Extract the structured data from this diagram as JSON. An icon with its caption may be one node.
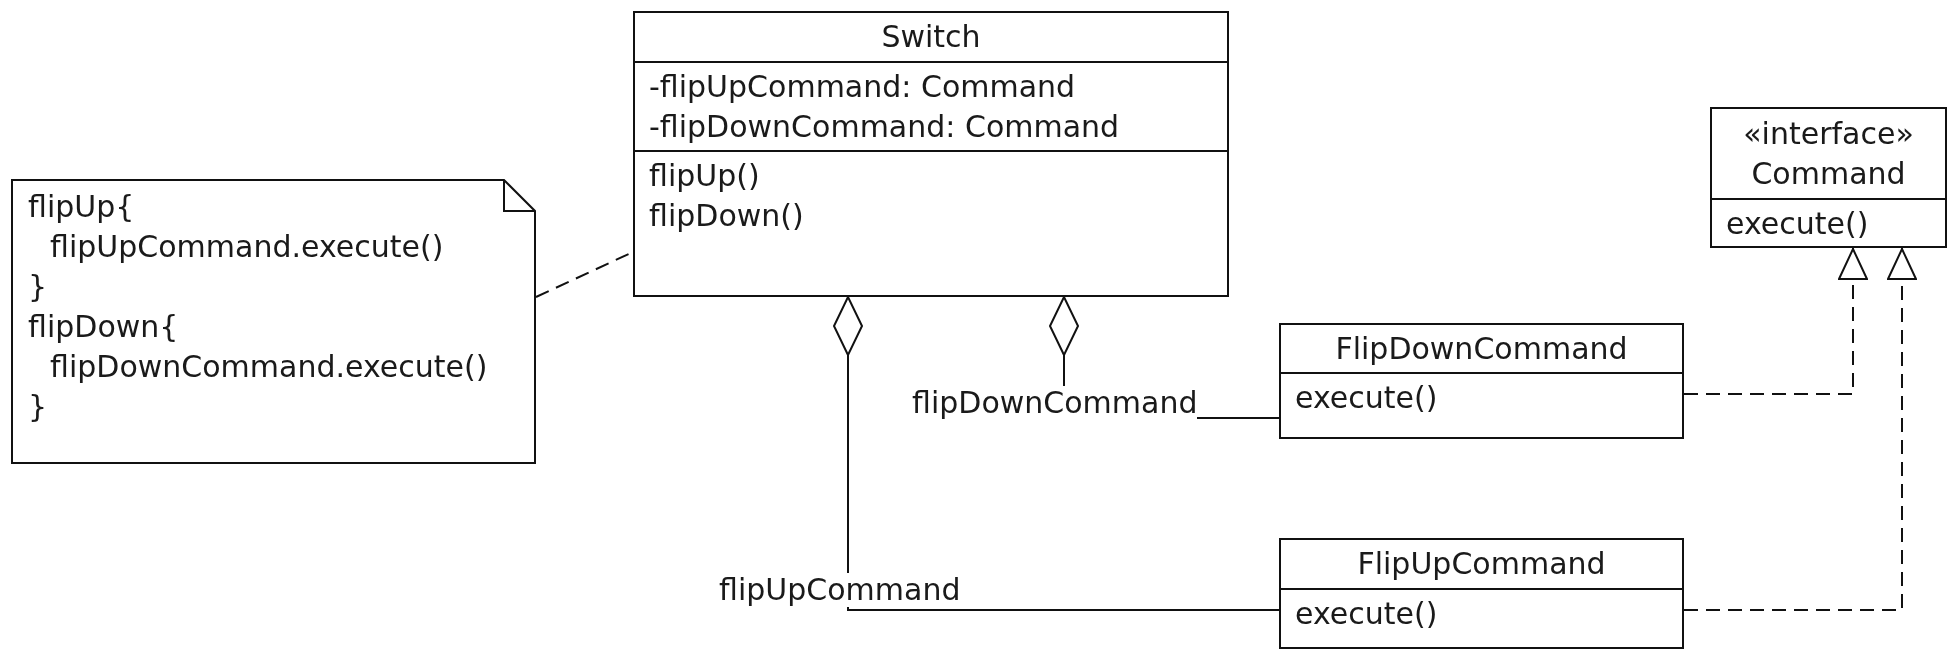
{
  "diagram": {
    "nodes": [
      {
        "text": [
          "Switch",
          "-flipUpCommand: Command",
          "-flipDownCommand: Command",
          "flipUp()",
          "flipDown()"
        ]
      },
      {
        "text": [
          "flipUp{",
          "flipUpCommand.execute()",
          "}",
          "flipDown{",
          "flipDownCommand.execute()",
          "}"
        ]
      },
      {
        "text": [
          "«interface»",
          "Command",
          "execute()"
        ]
      },
      {
        "text": [
          "FlipDownCommand",
          "execute()"
        ]
      },
      {
        "text": [
          "FlipUpCommand",
          "execute()"
        ]
      }
    ],
    "edges": [
      {
        "from": 1,
        "to": 0,
        "arrow": "none",
        "style": "dashed"
      },
      {
        "from": 3,
        "to": 0,
        "arrow": "other",
        "label": "flipDownCommand"
      },
      {
        "from": 4,
        "to": 0,
        "arrow": "other",
        "label": "flipUpCommand"
      },
      {
        "from": 3,
        "to": 2,
        "arrow": "to",
        "style": "dashed"
      },
      {
        "from": 4,
        "to": 2,
        "arrow": "to",
        "style": "dashed"
      }
    ]
  }
}
